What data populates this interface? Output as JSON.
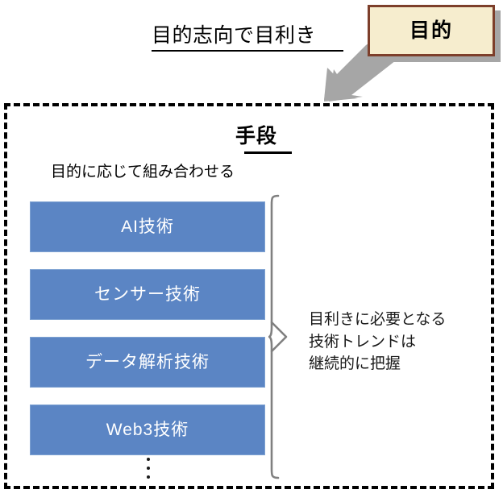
{
  "diagram": {
    "top_title": "目的志向で目利き",
    "purpose_box": {
      "label": "目的",
      "fill_color": "#f6edce",
      "border_color": "#7d3f2b",
      "shadow_color": "#a6a6a6"
    },
    "arrow": {
      "name": "down-left-block-arrow",
      "color": "#a6a6a6",
      "direction": "down-left"
    },
    "means_frame": {
      "heading": "手段",
      "caption": "目的に応じて組み合わせる",
      "border_style": "dashed",
      "border_color": "#000000"
    },
    "tech_boxes": {
      "fill_color": "#5b85c4",
      "text_color": "#ffffff",
      "items": [
        {
          "label": "AI技術"
        },
        {
          "label": "センサー技術"
        },
        {
          "label": "データ解析技術"
        },
        {
          "label": "Web3技術"
        }
      ],
      "continuation": "⋮"
    },
    "brace": {
      "color": "#808080",
      "note_lines": [
        "目利きに必要となる",
        "技術トレンドは",
        "継続的に把握"
      ]
    }
  }
}
